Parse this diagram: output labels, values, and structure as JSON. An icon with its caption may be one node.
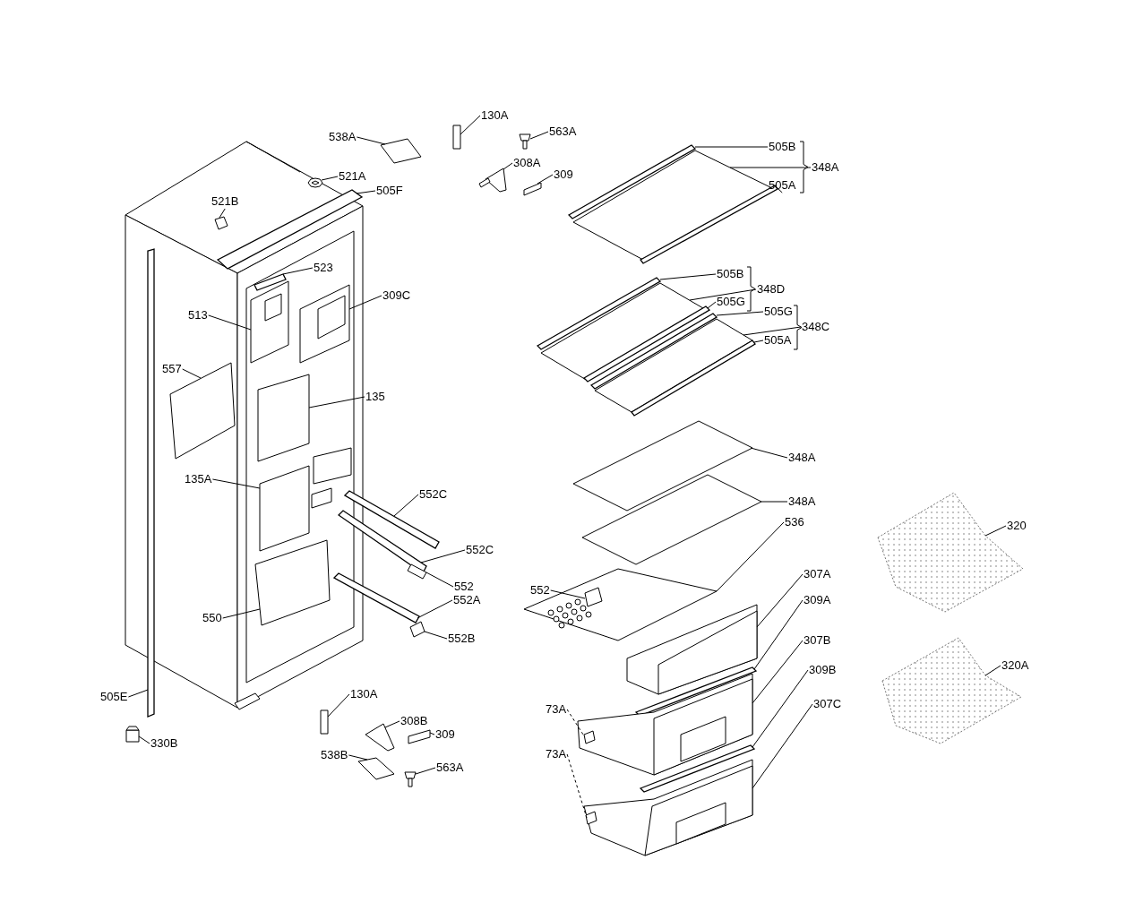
{
  "diagram": {
    "nodes": [
      {
        "text": [
          "130A"
        ]
      },
      {
        "text": [
          "563A"
        ]
      },
      {
        "text": [
          "538A"
        ]
      },
      {
        "text": [
          "308A"
        ]
      },
      {
        "text": [
          "309"
        ]
      },
      {
        "text": [
          "521A"
        ]
      },
      {
        "text": [
          "505F"
        ]
      },
      {
        "text": [
          "521B"
        ]
      },
      {
        "text": [
          "505B"
        ]
      },
      {
        "text": [
          "348A"
        ]
      },
      {
        "text": [
          "505A"
        ]
      },
      {
        "text": [
          "523"
        ]
      },
      {
        "text": [
          "309C"
        ]
      },
      {
        "text": [
          "513"
        ]
      },
      {
        "text": [
          "505B"
        ]
      },
      {
        "text": [
          "348D"
        ]
      },
      {
        "text": [
          "505G"
        ]
      },
      {
        "text": [
          "505G"
        ]
      },
      {
        "text": [
          "348C"
        ]
      },
      {
        "text": [
          "505A"
        ]
      },
      {
        "text": [
          "557"
        ]
      },
      {
        "text": [
          "135"
        ]
      },
      {
        "text": [
          "135A"
        ]
      },
      {
        "text": [
          "552C"
        ]
      },
      {
        "text": [
          "348A"
        ]
      },
      {
        "text": [
          "348A"
        ]
      },
      {
        "text": [
          "536"
        ]
      },
      {
        "text": [
          "320"
        ]
      },
      {
        "text": [
          "552C"
        ]
      },
      {
        "text": [
          "552"
        ]
      },
      {
        "text": [
          "552"
        ]
      },
      {
        "text": [
          "307A"
        ]
      },
      {
        "text": [
          "552A"
        ]
      },
      {
        "text": [
          "550"
        ]
      },
      {
        "text": [
          "309A"
        ]
      },
      {
        "text": [
          "552B"
        ]
      },
      {
        "text": [
          "307B"
        ]
      },
      {
        "text": [
          "320A"
        ]
      },
      {
        "text": [
          "309B"
        ]
      },
      {
        "text": [
          "505E"
        ]
      },
      {
        "text": [
          "130A"
        ]
      },
      {
        "text": [
          "73A"
        ]
      },
      {
        "text": [
          "307C"
        ]
      },
      {
        "text": [
          "330B"
        ]
      },
      {
        "text": [
          "308B"
        ]
      },
      {
        "text": [
          "309"
        ]
      },
      {
        "text": [
          "538B"
        ]
      },
      {
        "text": [
          "563A"
        ]
      },
      {
        "text": [
          "73A"
        ]
      },
      {
        "text": [],
        "shape": "box"
      },
      {
        "text": [],
        "shape": "picture"
      },
      {
        "text": [],
        "shape": "box"
      },
      {
        "text": [],
        "shape": "picture"
      },
      {
        "text": [],
        "shape": "box"
      },
      {
        "text": [],
        "shape": "picture"
      },
      {
        "text": [],
        "shape": "bar"
      },
      {
        "text": [],
        "shape": "box"
      },
      {
        "text": [],
        "shape": "bar"
      },
      {
        "text": [],
        "shape": "box"
      },
      {
        "text": [],
        "shape": "bar"
      },
      {
        "text": [],
        "shape": "bar"
      },
      {
        "text": [],
        "shape": "picture"
      },
      {
        "text": [],
        "shape": "picture"
      },
      {
        "text": [],
        "shape": "bar"
      },
      {
        "text": [],
        "shape": "box"
      },
      {
        "text": [],
        "shape": "bar",
        "in": 64
      },
      {
        "text": [],
        "shape": "bar"
      },
      {
        "text": [],
        "shape": "box"
      },
      {
        "text": [],
        "shape": "bar"
      },
      {
        "text": [],
        "shape": "box"
      },
      {
        "text": [],
        "shape": "box"
      },
      {
        "text": [],
        "shape": "box"
      },
      {
        "text": [],
        "shape": "bar"
      },
      {
        "text": [],
        "shape": "box"
      },
      {
        "text": [],
        "shape": "box"
      },
      {
        "text": [],
        "shape": "picture"
      },
      {
        "text": [],
        "shape": "picture"
      },
      {
        "text": [],
        "shape": "bar"
      },
      {
        "text": [],
        "shape": "box"
      },
      {
        "text": [],
        "shape": "box",
        "in": 75
      },
      {
        "text": [],
        "shape": "picture"
      },
      {
        "text": [],
        "shape": "bar"
      },
      {
        "text": [],
        "shape": "box"
      },
      {
        "text": [],
        "shape": "bar"
      },
      {
        "text": [],
        "shape": "box"
      },
      {
        "text": [],
        "shape": "picture"
      },
      {
        "text": [],
        "shape": "picture"
      },
      {
        "text": [],
        "shape": "bar"
      },
      {
        "text": [],
        "shape": "bar"
      },
      {
        "text": [],
        "shape": "box"
      },
      {
        "text": [],
        "shape": "box",
        "in": 85
      },
      {
        "text": [],
        "shape": "picture"
      },
      {
        "text": [],
        "shape": "box"
      },
      {
        "text": [],
        "shape": "box"
      },
      {
        "text": [],
        "shape": "box"
      },
      {
        "text": [],
        "shape": "box"
      },
      {
        "text": [],
        "shape": "picture"
      },
      {
        "text": [],
        "shape": "box",
        "in": 91
      }
    ],
    "edges": [
      {
        "from": 0,
        "to": 49,
        "arrow": "none"
      },
      {
        "from": 1,
        "to": 50,
        "arrow": "none"
      },
      {
        "from": 2,
        "to": 51,
        "arrow": "none"
      },
      {
        "from": 3,
        "to": 52,
        "arrow": "none"
      },
      {
        "from": 4,
        "to": 53,
        "arrow": "none"
      },
      {
        "from": 5,
        "to": 54,
        "arrow": "none"
      },
      {
        "from": 6,
        "to": 55,
        "arrow": "none"
      },
      {
        "from": 7,
        "to": 56,
        "arrow": "none"
      },
      {
        "from": 8,
        "to": 57,
        "arrow": "none"
      },
      {
        "from": 9,
        "to": 58,
        "arrow": "none"
      },
      {
        "from": 10,
        "to": 59,
        "arrow": "none"
      },
      {
        "from": 11,
        "to": 60,
        "arrow": "none"
      },
      {
        "from": 12,
        "to": 61,
        "arrow": "none"
      },
      {
        "from": 13,
        "to": 62,
        "arrow": "none"
      },
      {
        "from": 14,
        "to": 63,
        "arrow": "none"
      },
      {
        "from": 15,
        "to": 64,
        "arrow": "none"
      },
      {
        "from": 16,
        "to": 65,
        "arrow": "none"
      },
      {
        "from": 17,
        "to": 66,
        "arrow": "none"
      },
      {
        "from": 18,
        "to": 67,
        "arrow": "none"
      },
      {
        "from": 19,
        "to": 68,
        "arrow": "none"
      },
      {
        "from": 20,
        "to": 69,
        "arrow": "none"
      },
      {
        "from": 21,
        "to": 70,
        "arrow": "none"
      },
      {
        "from": 22,
        "to": 71,
        "arrow": "none"
      },
      {
        "from": 23,
        "to": 72,
        "arrow": "none"
      },
      {
        "from": 24,
        "to": 73,
        "arrow": "none"
      },
      {
        "from": 25,
        "to": 74,
        "arrow": "none"
      },
      {
        "from": 26,
        "to": 75,
        "arrow": "none"
      },
      {
        "from": 27,
        "to": 76,
        "arrow": "none"
      },
      {
        "from": 28,
        "to": 77,
        "arrow": "none"
      },
      {
        "from": 29,
        "to": 78,
        "arrow": "none"
      },
      {
        "from": 30,
        "to": 79,
        "arrow": "none"
      },
      {
        "from": 31,
        "to": 80,
        "arrow": "none"
      },
      {
        "from": 32,
        "to": 81,
        "arrow": "none"
      },
      {
        "from": 33,
        "to": 82,
        "arrow": "none"
      },
      {
        "from": 34,
        "to": 83,
        "arrow": "none"
      },
      {
        "from": 35,
        "to": 84,
        "arrow": "none"
      },
      {
        "from": 36,
        "to": 85,
        "arrow": "none"
      },
      {
        "from": 37,
        "to": 86,
        "arrow": "none"
      },
      {
        "from": 38,
        "to": 87,
        "arrow": "none"
      },
      {
        "from": 39,
        "to": 88,
        "arrow": "none"
      },
      {
        "from": 40,
        "to": 89,
        "arrow": "none"
      },
      {
        "from": 41,
        "to": 90,
        "arrow": "none",
        "style": "dashed"
      },
      {
        "from": 42,
        "to": 91,
        "arrow": "none"
      },
      {
        "from": 43,
        "to": 92,
        "arrow": "none"
      },
      {
        "from": 44,
        "to": 93,
        "arrow": "none"
      },
      {
        "from": 45,
        "to": 94,
        "arrow": "none"
      },
      {
        "from": 46,
        "to": 95,
        "arrow": "none"
      },
      {
        "from": 47,
        "to": 96,
        "arrow": "none"
      },
      {
        "from": 48,
        "to": 97,
        "arrow": "none",
        "style": "dashed"
      }
    ]
  }
}
